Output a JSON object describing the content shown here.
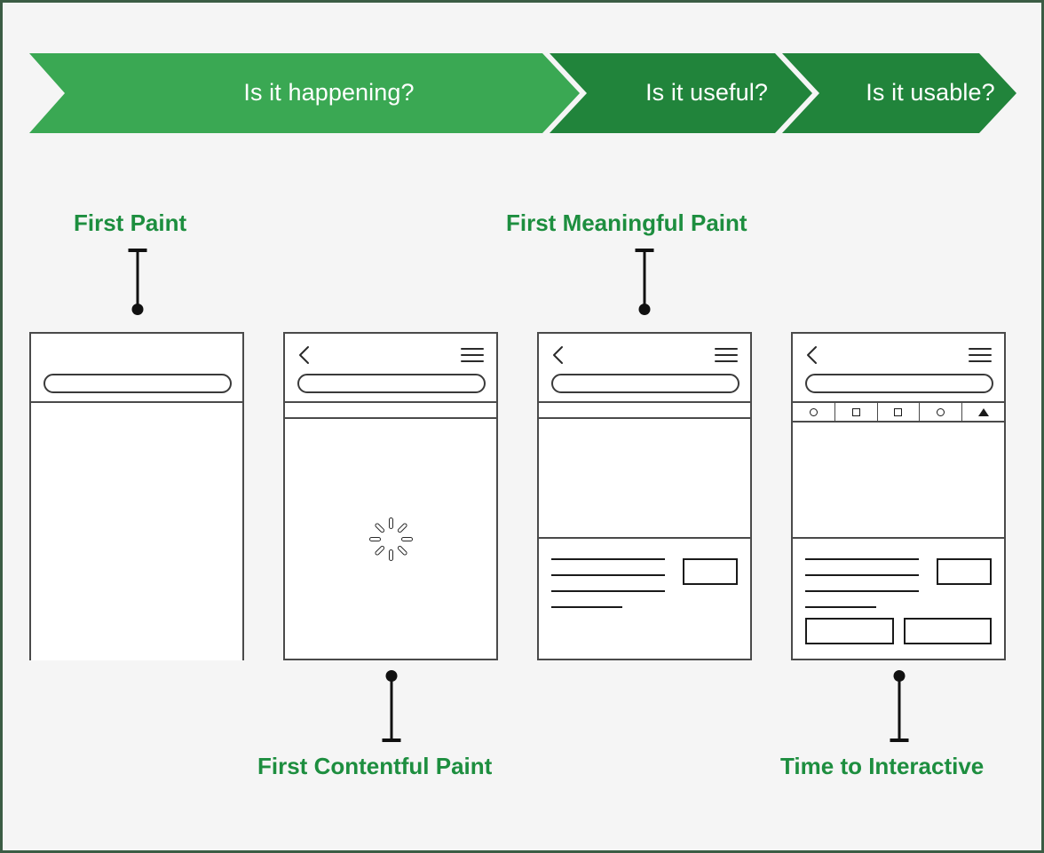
{
  "page": {
    "background_color": "#f5f5f5",
    "border_color": "#3b5c44",
    "accent_green_light": "#3aa853",
    "accent_green_dark": "#21843b",
    "label_green": "#1d8e3f"
  },
  "banner": {
    "name": "user-centric-performance-questions",
    "chevrons": [
      {
        "label": "Is it happening?",
        "color": "#3aa853"
      },
      {
        "label": "Is it useful?",
        "color": "#21843b"
      },
      {
        "label": "Is it usable?",
        "color": "#21843b"
      }
    ]
  },
  "metrics": [
    {
      "id": "first-paint",
      "label": "First Paint",
      "position": "top",
      "phone": 1
    },
    {
      "id": "first-meaningful-paint",
      "label": "First Meaningful Paint",
      "position": "top",
      "phone": 3
    },
    {
      "id": "first-contentful-paint",
      "label": "First Contentful Paint",
      "position": "bottom",
      "phone": 2
    },
    {
      "id": "time-to-interactive",
      "label": "Time to Interactive",
      "position": "bottom",
      "phone": 4
    }
  ],
  "phones": [
    {
      "id": "phone-first-paint",
      "state": "first-paint",
      "header": {
        "back_icon": false,
        "menu_icon": false,
        "search_pill": true
      },
      "thin_band": false,
      "toolbar": null,
      "spinner": false,
      "content_lines": 0,
      "content_box": false,
      "action_buttons": 0
    },
    {
      "id": "phone-first-contentful-paint",
      "state": "first-contentful-paint",
      "header": {
        "back_icon": true,
        "menu_icon": true,
        "search_pill": true
      },
      "thin_band": true,
      "toolbar": null,
      "spinner": true,
      "content_lines": 0,
      "content_box": false,
      "action_buttons": 0
    },
    {
      "id": "phone-first-meaningful-paint",
      "state": "first-meaningful-paint",
      "header": {
        "back_icon": true,
        "menu_icon": true,
        "search_pill": true
      },
      "thin_band": true,
      "toolbar": null,
      "spinner": false,
      "content_lines": 4,
      "content_box": true,
      "action_buttons": 0
    },
    {
      "id": "phone-time-to-interactive",
      "state": "time-to-interactive",
      "header": {
        "back_icon": true,
        "menu_icon": true,
        "search_pill": true
      },
      "thin_band": false,
      "toolbar": {
        "cells": [
          "circle",
          "square",
          "square",
          "circle",
          "triangle"
        ]
      },
      "spinner": false,
      "content_lines": 4,
      "content_box": true,
      "action_buttons": 2
    }
  ]
}
